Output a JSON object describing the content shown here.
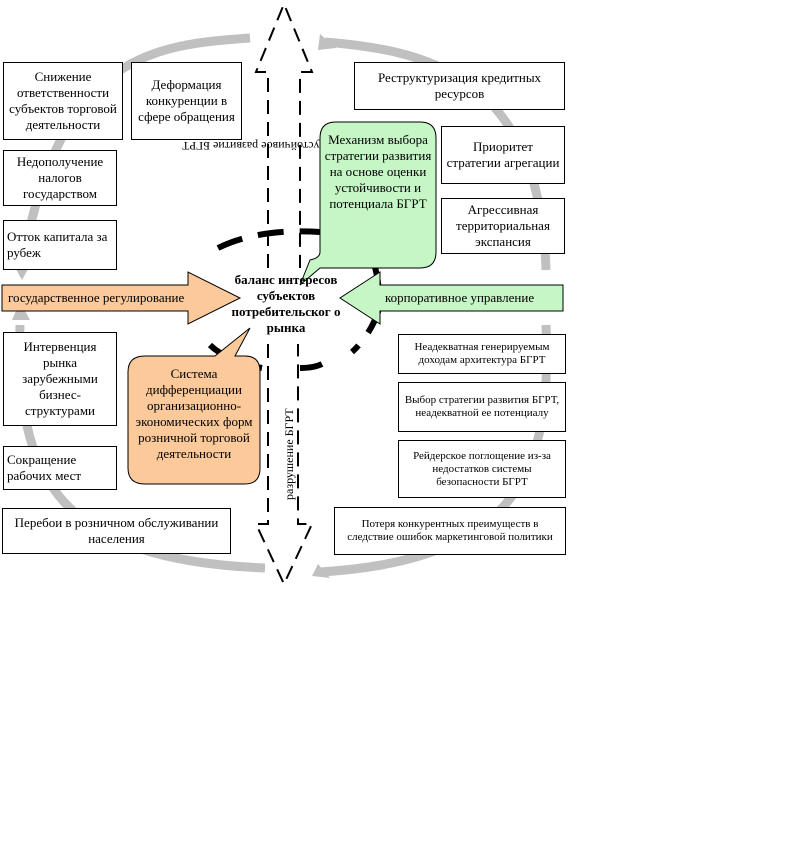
{
  "center": {
    "text": "баланс интересов субъектов потребительског о рынка"
  },
  "arrows": {
    "left": "государственное регулирование",
    "right": "корпоративное управление",
    "up": "устойчивое развитие БГРТ",
    "down": "разрушение БГРТ"
  },
  "callouts": {
    "green": "Механизм выбора стратегии развития на основе оценки устойчивости и потенциала БГРТ",
    "orange": "Система дифференциации организационно-экономических форм розничной торговой деятельности"
  },
  "left_boxes": [
    "Снижение ответственности субъектов торговой деятельности",
    "Деформация конкуренции в сфере обращения",
    "Недополучение налогов государством",
    "Отток капитала за рубеж",
    "Интервенция рынка зарубежными бизнес-структурами",
    "Сокращение рабочих мест",
    "Перебои в розничном обслуживании населения"
  ],
  "right_boxes": [
    "Реструктуризация кредитных ресурсов",
    "Приоритет стратегии агрегации",
    "Агрессивная территориальная экспансия",
    "Неадекватная генерируемым доходам архитектура БГРТ",
    "Выбор стратегии развития БГРТ, неадекватной ее потенциалу",
    "Рейдерское поглощение из-за недостатков системы безопасности БГРТ",
    "Потеря конкурентных преимуществ в следствие ошибок маркетинговой политики"
  ],
  "colors": {
    "orange": "#fbc99a",
    "green": "#c6f5c6",
    "gray_loop": "#c0c0c0"
  }
}
